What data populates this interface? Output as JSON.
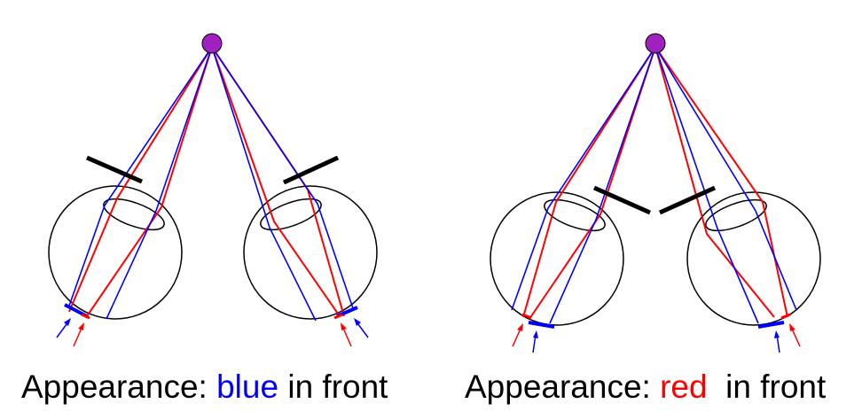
{
  "colors": {
    "red": "#ff0000",
    "blue": "#0000ff",
    "source": "#a020c0",
    "outline": "#000000",
    "text": "#000000"
  },
  "captions": {
    "left": {
      "prefix": "Appearance: ",
      "highlight": "blue",
      "suffix": " in front",
      "highlight_color": "#0000ff"
    },
    "right": {
      "prefix": "Appearance: ",
      "highlight": "red",
      "suffix": "  in front",
      "highlight_color": "#ff0000"
    }
  }
}
